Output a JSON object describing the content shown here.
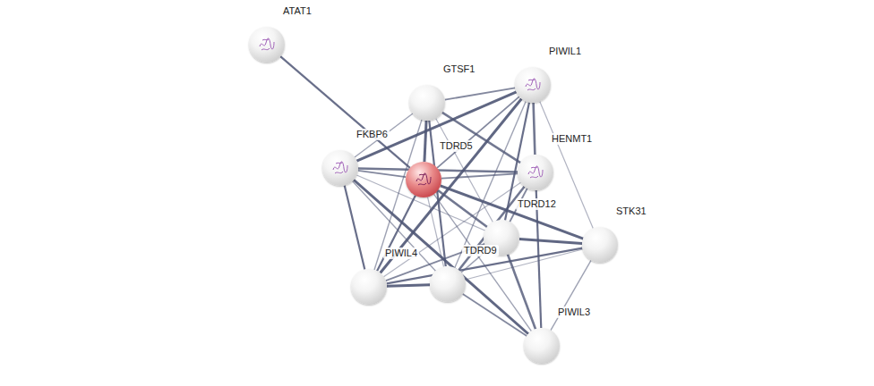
{
  "diagram": {
    "nodes": [
      {
        "text": [
          "ATAT1"
        ]
      },
      {
        "text": [
          "PIWIL1"
        ]
      },
      {
        "text": [
          "GTSF1"
        ]
      },
      {
        "text": [
          "FKBP6"
        ]
      },
      {
        "text": [
          "HENMT1"
        ]
      },
      {
        "text": [
          "TDRD5"
        ]
      },
      {
        "text": [
          "TDRD12"
        ]
      },
      {
        "text": [
          "STK31"
        ]
      },
      {
        "text": [
          "TDRD9"
        ]
      },
      {
        "text": [
          "PIWIL4"
        ]
      },
      {
        "text": [
          "PIWIL3"
        ]
      }
    ],
    "edges": [
      {
        "from": 0,
        "to": 5,
        "arrow": "none"
      },
      {
        "from": 2,
        "to": 3,
        "arrow": "none"
      },
      {
        "from": 2,
        "to": 5,
        "arrow": "none"
      },
      {
        "from": 2,
        "to": 1,
        "arrow": "none"
      },
      {
        "from": 2,
        "to": 4,
        "arrow": "none"
      },
      {
        "from": 2,
        "to": 6,
        "arrow": "none"
      },
      {
        "from": 2,
        "to": 8,
        "arrow": "none"
      },
      {
        "from": 2,
        "to": 9,
        "arrow": "none"
      },
      {
        "from": 1,
        "to": 3,
        "arrow": "none"
      },
      {
        "from": 1,
        "to": 5,
        "arrow": "none"
      },
      {
        "from": 1,
        "to": 4,
        "arrow": "none"
      },
      {
        "from": 1,
        "to": 7,
        "arrow": "none"
      },
      {
        "from": 1,
        "to": 6,
        "arrow": "none"
      },
      {
        "from": 1,
        "to": 8,
        "arrow": "none"
      },
      {
        "from": 1,
        "to": 9,
        "arrow": "none"
      },
      {
        "from": 3,
        "to": 5,
        "arrow": "none"
      },
      {
        "from": 3,
        "to": 4,
        "arrow": "none"
      },
      {
        "from": 3,
        "to": 6,
        "arrow": "none"
      },
      {
        "from": 3,
        "to": 9,
        "arrow": "none"
      },
      {
        "from": 3,
        "to": 8,
        "arrow": "none"
      },
      {
        "from": 3,
        "to": 10,
        "arrow": "none"
      },
      {
        "from": 5,
        "to": 4,
        "arrow": "none"
      },
      {
        "from": 5,
        "to": 6,
        "arrow": "none"
      },
      {
        "from": 5,
        "to": 8,
        "arrow": "none"
      },
      {
        "from": 5,
        "to": 9,
        "arrow": "none"
      },
      {
        "from": 5,
        "to": 10,
        "arrow": "none"
      },
      {
        "from": 5,
        "to": 7,
        "arrow": "none"
      },
      {
        "from": 4,
        "to": 6,
        "arrow": "none"
      },
      {
        "from": 4,
        "to": 8,
        "arrow": "none"
      },
      {
        "from": 4,
        "to": 9,
        "arrow": "none"
      },
      {
        "from": 4,
        "to": 10,
        "arrow": "none"
      },
      {
        "from": 6,
        "to": 8,
        "arrow": "none"
      },
      {
        "from": 6,
        "to": 7,
        "arrow": "none"
      },
      {
        "from": 6,
        "to": 9,
        "arrow": "none"
      },
      {
        "from": 6,
        "to": 10,
        "arrow": "none"
      },
      {
        "from": 7,
        "to": 8,
        "arrow": "none"
      },
      {
        "from": 7,
        "to": 9,
        "arrow": "none"
      },
      {
        "from": 7,
        "to": 10,
        "arrow": "none"
      },
      {
        "from": 9,
        "to": 8,
        "arrow": "none"
      },
      {
        "from": 8,
        "to": 10,
        "arrow": "none"
      }
    ]
  }
}
